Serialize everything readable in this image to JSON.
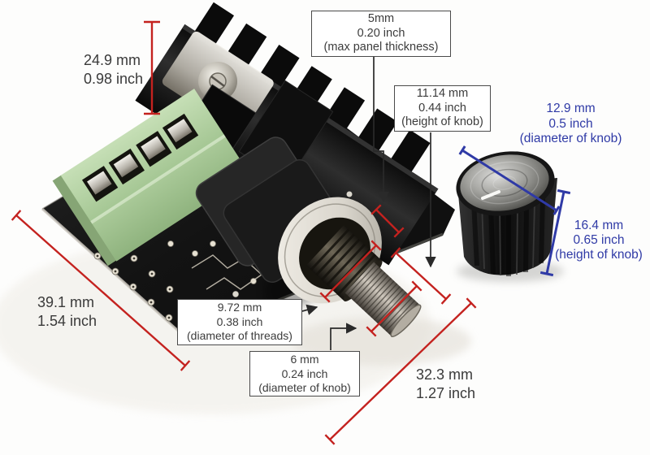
{
  "colors": {
    "dimension_red": "#c4221f",
    "dimension_blue": "#2f3aa6",
    "leader_black": "#2a2a2a",
    "text_dark": "#3c3c3c",
    "box_border": "#4a4a4a",
    "box_background": "#ffffff",
    "background": "#fdfdfc",
    "pcb_black": "#161616",
    "terminal_green": "#b7d4a6",
    "knob_metal": "#bdbdbb"
  },
  "callout_boxes": {
    "panel_thickness": {
      "mm": "5mm",
      "inch": "0.20 inch",
      "note": "(max panel thickness)"
    },
    "knob_height_front": {
      "mm": "11.14 mm",
      "inch": "0.44 inch",
      "note": "(height of knob)"
    },
    "thread_diameter": {
      "mm": "9.72 mm",
      "inch": "0.38 inch",
      "note": "(diameter of threads)"
    },
    "shaft_diameter": {
      "mm": "6 mm",
      "inch": "0.24 inch",
      "note": "(diameter of knob)"
    }
  },
  "free_labels": {
    "board_height": {
      "mm": "24.9 mm",
      "inch": "0.98 inch"
    },
    "board_length": {
      "mm": "39.1 mm",
      "inch": "1.54 inch"
    },
    "assembly_length": {
      "mm": "32.3 mm",
      "inch": "1.27 inch"
    },
    "knob_diameter": {
      "mm": "12.9 mm",
      "inch": "0.5 inch",
      "note": "(diameter of knob)"
    },
    "knob_height_side": {
      "mm": "16.4 mm",
      "inch": "0.65 inch",
      "note": "(height of knob)"
    }
  }
}
